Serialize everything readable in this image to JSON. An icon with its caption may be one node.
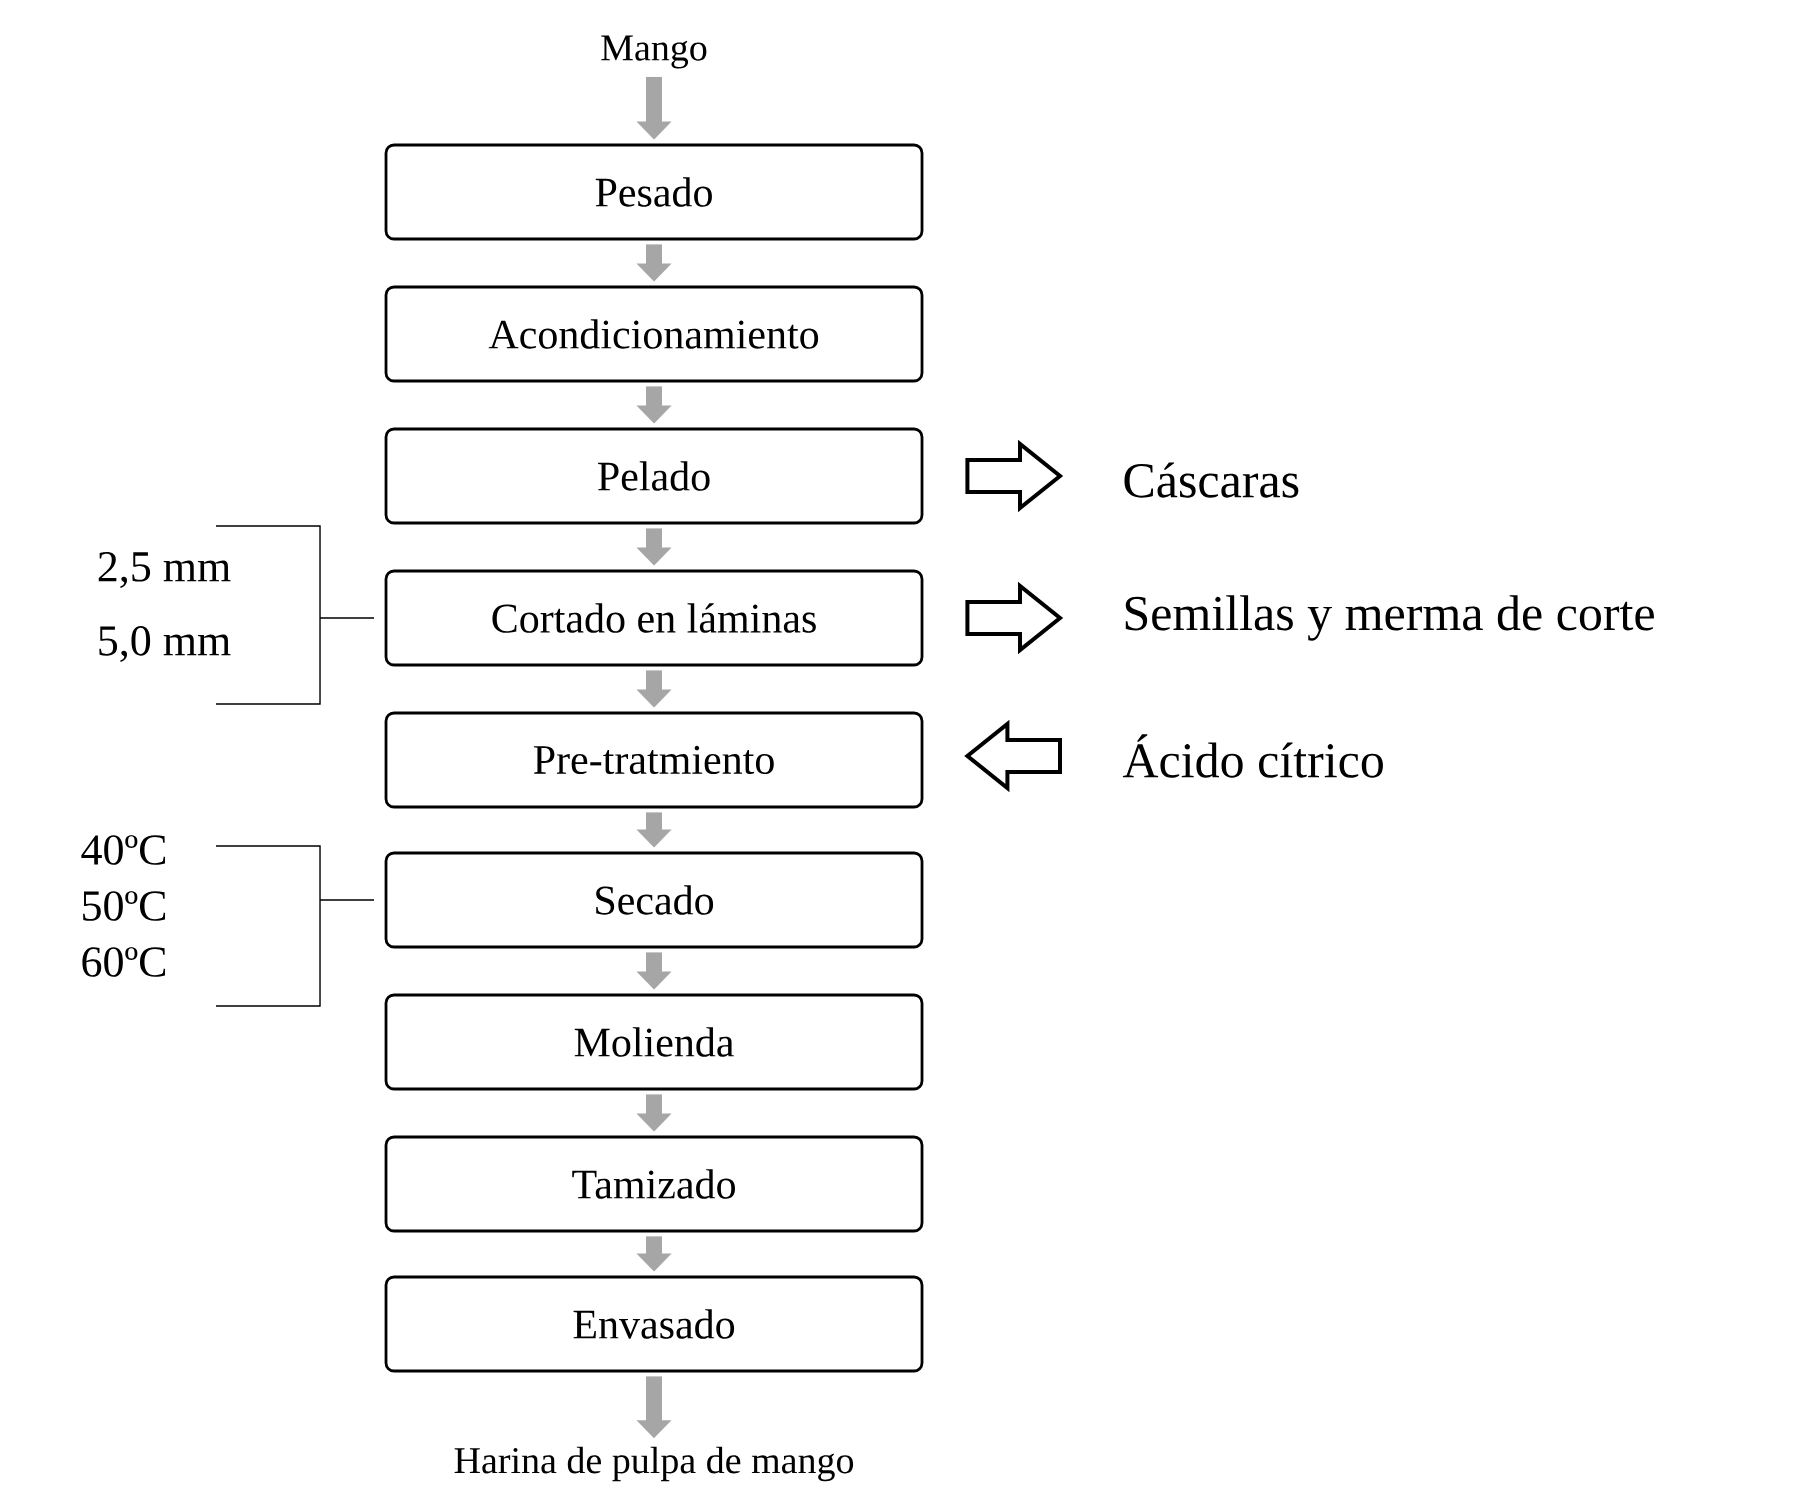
{
  "diagram": {
    "nodes": [
      {
        "text": [
          "Mango"
        ]
      },
      {
        "text": [
          "Pesado"
        ]
      },
      {
        "text": [
          "Acondicionamiento"
        ]
      },
      {
        "text": [
          "Pelado"
        ]
      },
      {
        "text": [
          "Cortado en láminas"
        ]
      },
      {
        "text": [
          "Pre-tratmiento"
        ]
      },
      {
        "text": [
          "Secado"
        ]
      },
      {
        "text": [
          "Molienda"
        ]
      },
      {
        "text": [
          "Tamizado"
        ]
      },
      {
        "text": [
          "Envasado"
        ]
      },
      {
        "text": [
          "Harina de pulpa de mango"
        ]
      },
      {
        "text": [
          "Cáscaras"
        ]
      },
      {
        "text": [
          "Semillas y merma de corte"
        ]
      },
      {
        "text": [
          "Ácido cítrico"
        ]
      }
    ],
    "edges": [
      {
        "from": 0,
        "to": 1,
        "arrow": "to"
      },
      {
        "from": 1,
        "to": 2,
        "arrow": "to"
      },
      {
        "from": 2,
        "to": 3,
        "arrow": "to"
      },
      {
        "from": 3,
        "to": 4,
        "arrow": "to"
      },
      {
        "from": 4,
        "to": 5,
        "arrow": "to"
      },
      {
        "from": 5,
        "to": 6,
        "arrow": "to"
      },
      {
        "from": 6,
        "to": 7,
        "arrow": "to"
      },
      {
        "from": 7,
        "to": 8,
        "arrow": "to"
      },
      {
        "from": 8,
        "to": 9,
        "arrow": "to"
      },
      {
        "from": 9,
        "to": 10,
        "arrow": "to"
      },
      {
        "from": 3,
        "to": 11,
        "arrow": "to"
      },
      {
        "from": 4,
        "to": 12,
        "arrow": "to"
      },
      {
        "from": 13,
        "to": 5,
        "arrow": "to"
      }
    ],
    "labels": [
      "2,5 mm",
      "5,0 mm",
      "40ºC",
      "50ºC",
      "60ºC"
    ]
  }
}
